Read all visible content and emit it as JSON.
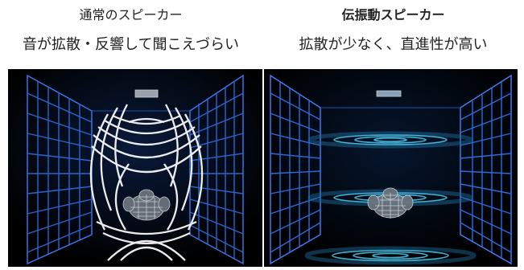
{
  "left_panel": {
    "title": "通常のスピーカー",
    "subtitle": "音が拡散・反響して聞こえづらい",
    "sound_pattern": "diffuse-arcs",
    "grid_color": "#2e6bd9",
    "wave_color": "#ffffff"
  },
  "right_panel": {
    "title": "伝振動スピーカー",
    "subtitle": "拡散が少なく、直進性が高い",
    "sound_pattern": "stacked-horizontal-rings",
    "grid_color": "#2e6bd9",
    "wave_color": "#49c3e8"
  }
}
